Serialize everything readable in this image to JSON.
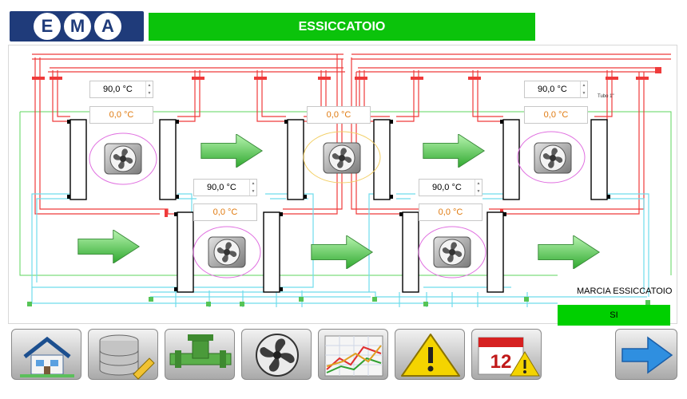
{
  "logo": {
    "letters": [
      "E",
      "M",
      "A"
    ]
  },
  "header": {
    "title": "ESSICCATOIO"
  },
  "units": [
    {
      "setpoint": "90,0 °C",
      "reading": "0,0 °C"
    },
    {
      "setpoint": "90,0 °C",
      "reading": "0,0 °C"
    },
    {
      "reading": "0,0 °C"
    },
    {
      "setpoint": "90,0 °C",
      "reading": "0,0 °C"
    },
    {
      "setpoint": "90,0 °C",
      "reading": "0,0 °C"
    }
  ],
  "tubo_label": "Tubo 1\"",
  "status": {
    "label": "MARCIA ESSICCATOIO",
    "value": "SI"
  },
  "toolbar": [
    {
      "icon": "home-icon"
    },
    {
      "icon": "database-icon"
    },
    {
      "icon": "pipe-valve-icon"
    },
    {
      "icon": "fan-icon"
    },
    {
      "icon": "trend-chart-icon"
    },
    {
      "icon": "alarm-warning-icon"
    },
    {
      "icon": "calendar-alarm-icon"
    },
    {
      "icon": "next-arrow-icon"
    }
  ],
  "calendar_day": "12",
  "colors": {
    "accent_green": "#0bc30b",
    "hot_pipe": "#ef3b3b",
    "cold_pipe": "#6fdcec",
    "reading": "#e07a0f"
  }
}
